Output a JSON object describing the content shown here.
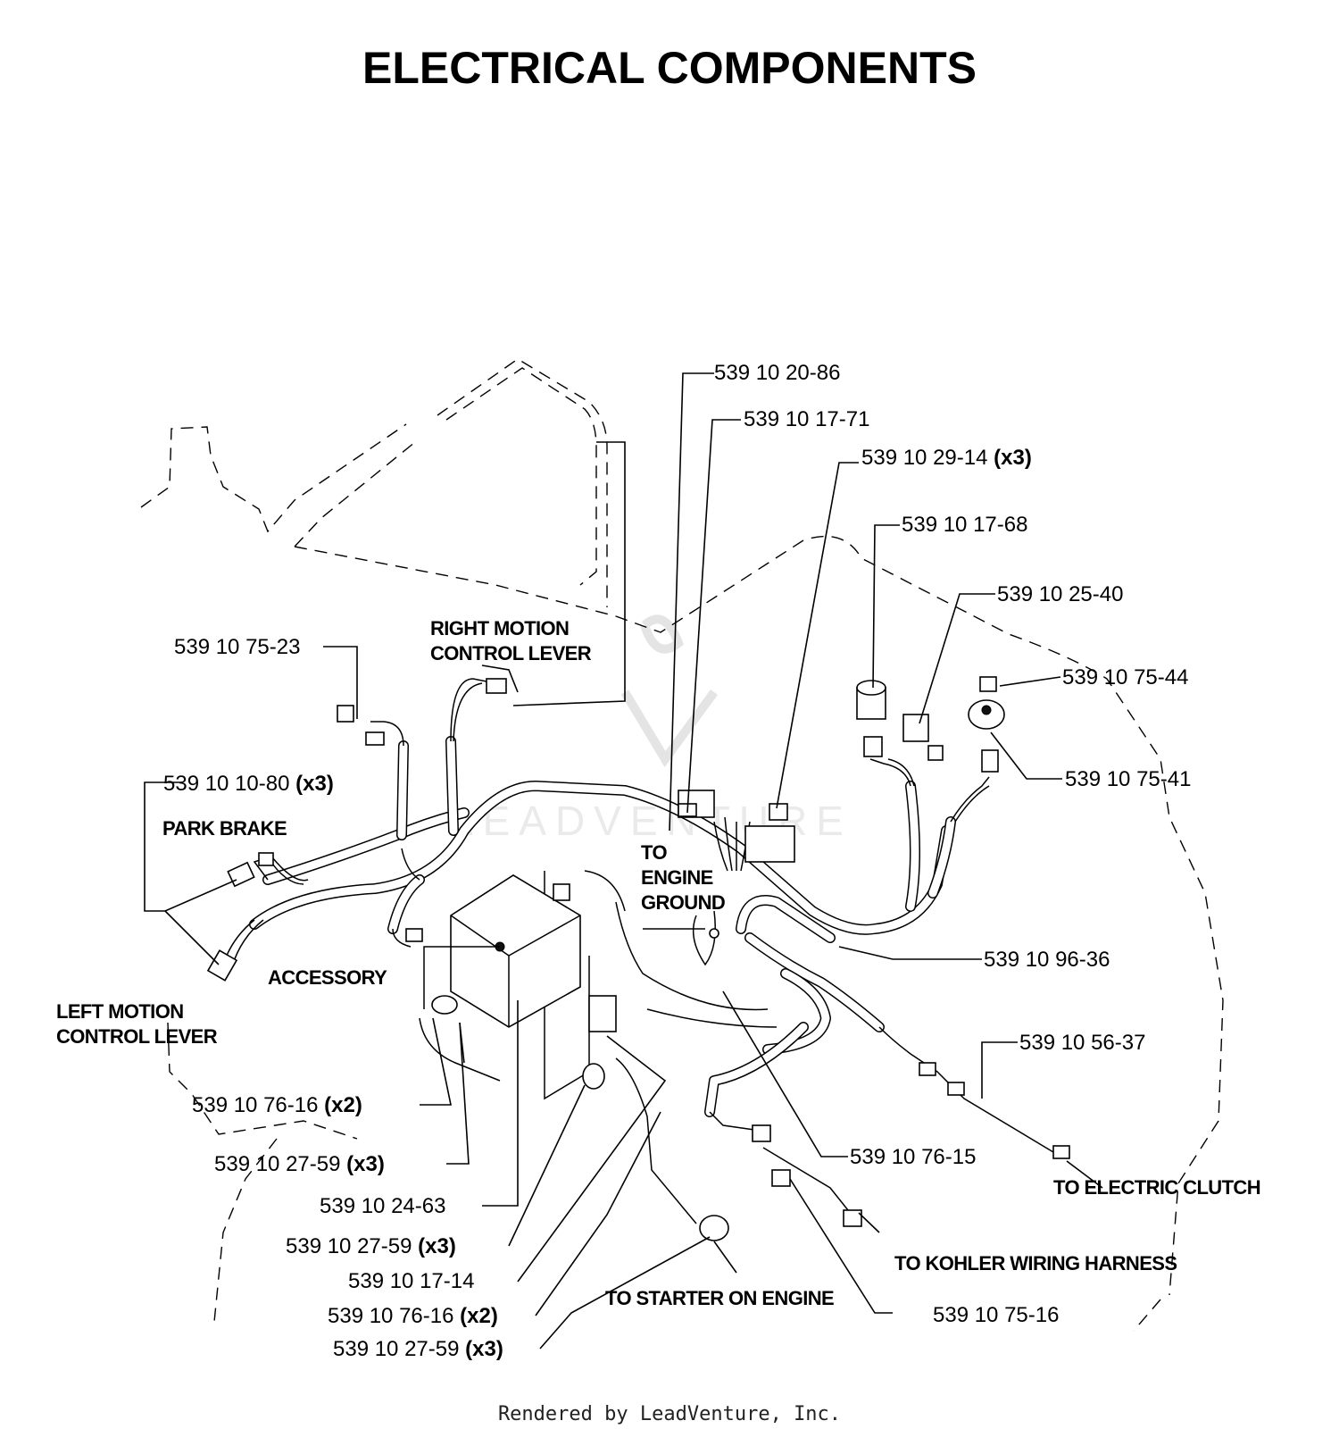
{
  "title": "ELECTRICAL COMPONENTS",
  "watermark": "LEADVENTURE",
  "footer": "Rendered by LeadVenture, Inc.",
  "callouts": [
    {
      "id": "pn-20-86",
      "part": "539 10 20-86",
      "qty": ""
    },
    {
      "id": "pn-17-71",
      "part": "539 10 17-71",
      "qty": ""
    },
    {
      "id": "pn-29-14",
      "part": "539 10 29-14",
      "qty": "(x3)"
    },
    {
      "id": "pn-17-68",
      "part": "539 10 17-68",
      "qty": ""
    },
    {
      "id": "pn-25-40",
      "part": "539 10 25-40",
      "qty": ""
    },
    {
      "id": "pn-75-44",
      "part": "539 10 75-44",
      "qty": ""
    },
    {
      "id": "pn-75-41",
      "part": "539 10 75-41",
      "qty": ""
    },
    {
      "id": "pn-75-23",
      "part": "539 10 75-23",
      "qty": ""
    },
    {
      "id": "pn-10-80",
      "part": "539 10 10-80",
      "qty": "(x3)"
    },
    {
      "id": "pn-96-36",
      "part": "539 10 96-36",
      "qty": ""
    },
    {
      "id": "pn-56-37",
      "part": "539 10 56-37",
      "qty": ""
    },
    {
      "id": "pn-76-15",
      "part": "539 10 76-15",
      "qty": ""
    },
    {
      "id": "pn-76-16-a",
      "part": "539 10 76-16",
      "qty": "(x2)"
    },
    {
      "id": "pn-27-59-a",
      "part": "539 10 27-59",
      "qty": "(x3)"
    },
    {
      "id": "pn-24-63",
      "part": "539 10 24-63",
      "qty": ""
    },
    {
      "id": "pn-27-59-b",
      "part": "539 10 27-59",
      "qty": "(x3)"
    },
    {
      "id": "pn-17-14",
      "part": "539 10 17-14",
      "qty": ""
    },
    {
      "id": "pn-76-16-b",
      "part": "539 10 76-16",
      "qty": "(x2)"
    },
    {
      "id": "pn-27-59-c",
      "part": "539 10 27-59",
      "qty": "(x3)"
    },
    {
      "id": "pn-75-16",
      "part": "539 10 75-16",
      "qty": ""
    }
  ],
  "notes": {
    "right_motion_1": "RIGHT MOTION",
    "right_motion_2": "CONTROL LEVER",
    "park_brake": "PARK BRAKE",
    "accessory": "ACCESSORY",
    "left_motion_1": "LEFT MOTION",
    "left_motion_2": "CONTROL LEVER",
    "engine_ground_1": "TO",
    "engine_ground_2": "ENGINE",
    "engine_ground_3": "GROUND",
    "electric_clutch": "TO ELECTRIC CLUTCH",
    "kohler": "TO KOHLER WIRING HARNESS",
    "starter": "TO STARTER ON ENGINE"
  }
}
